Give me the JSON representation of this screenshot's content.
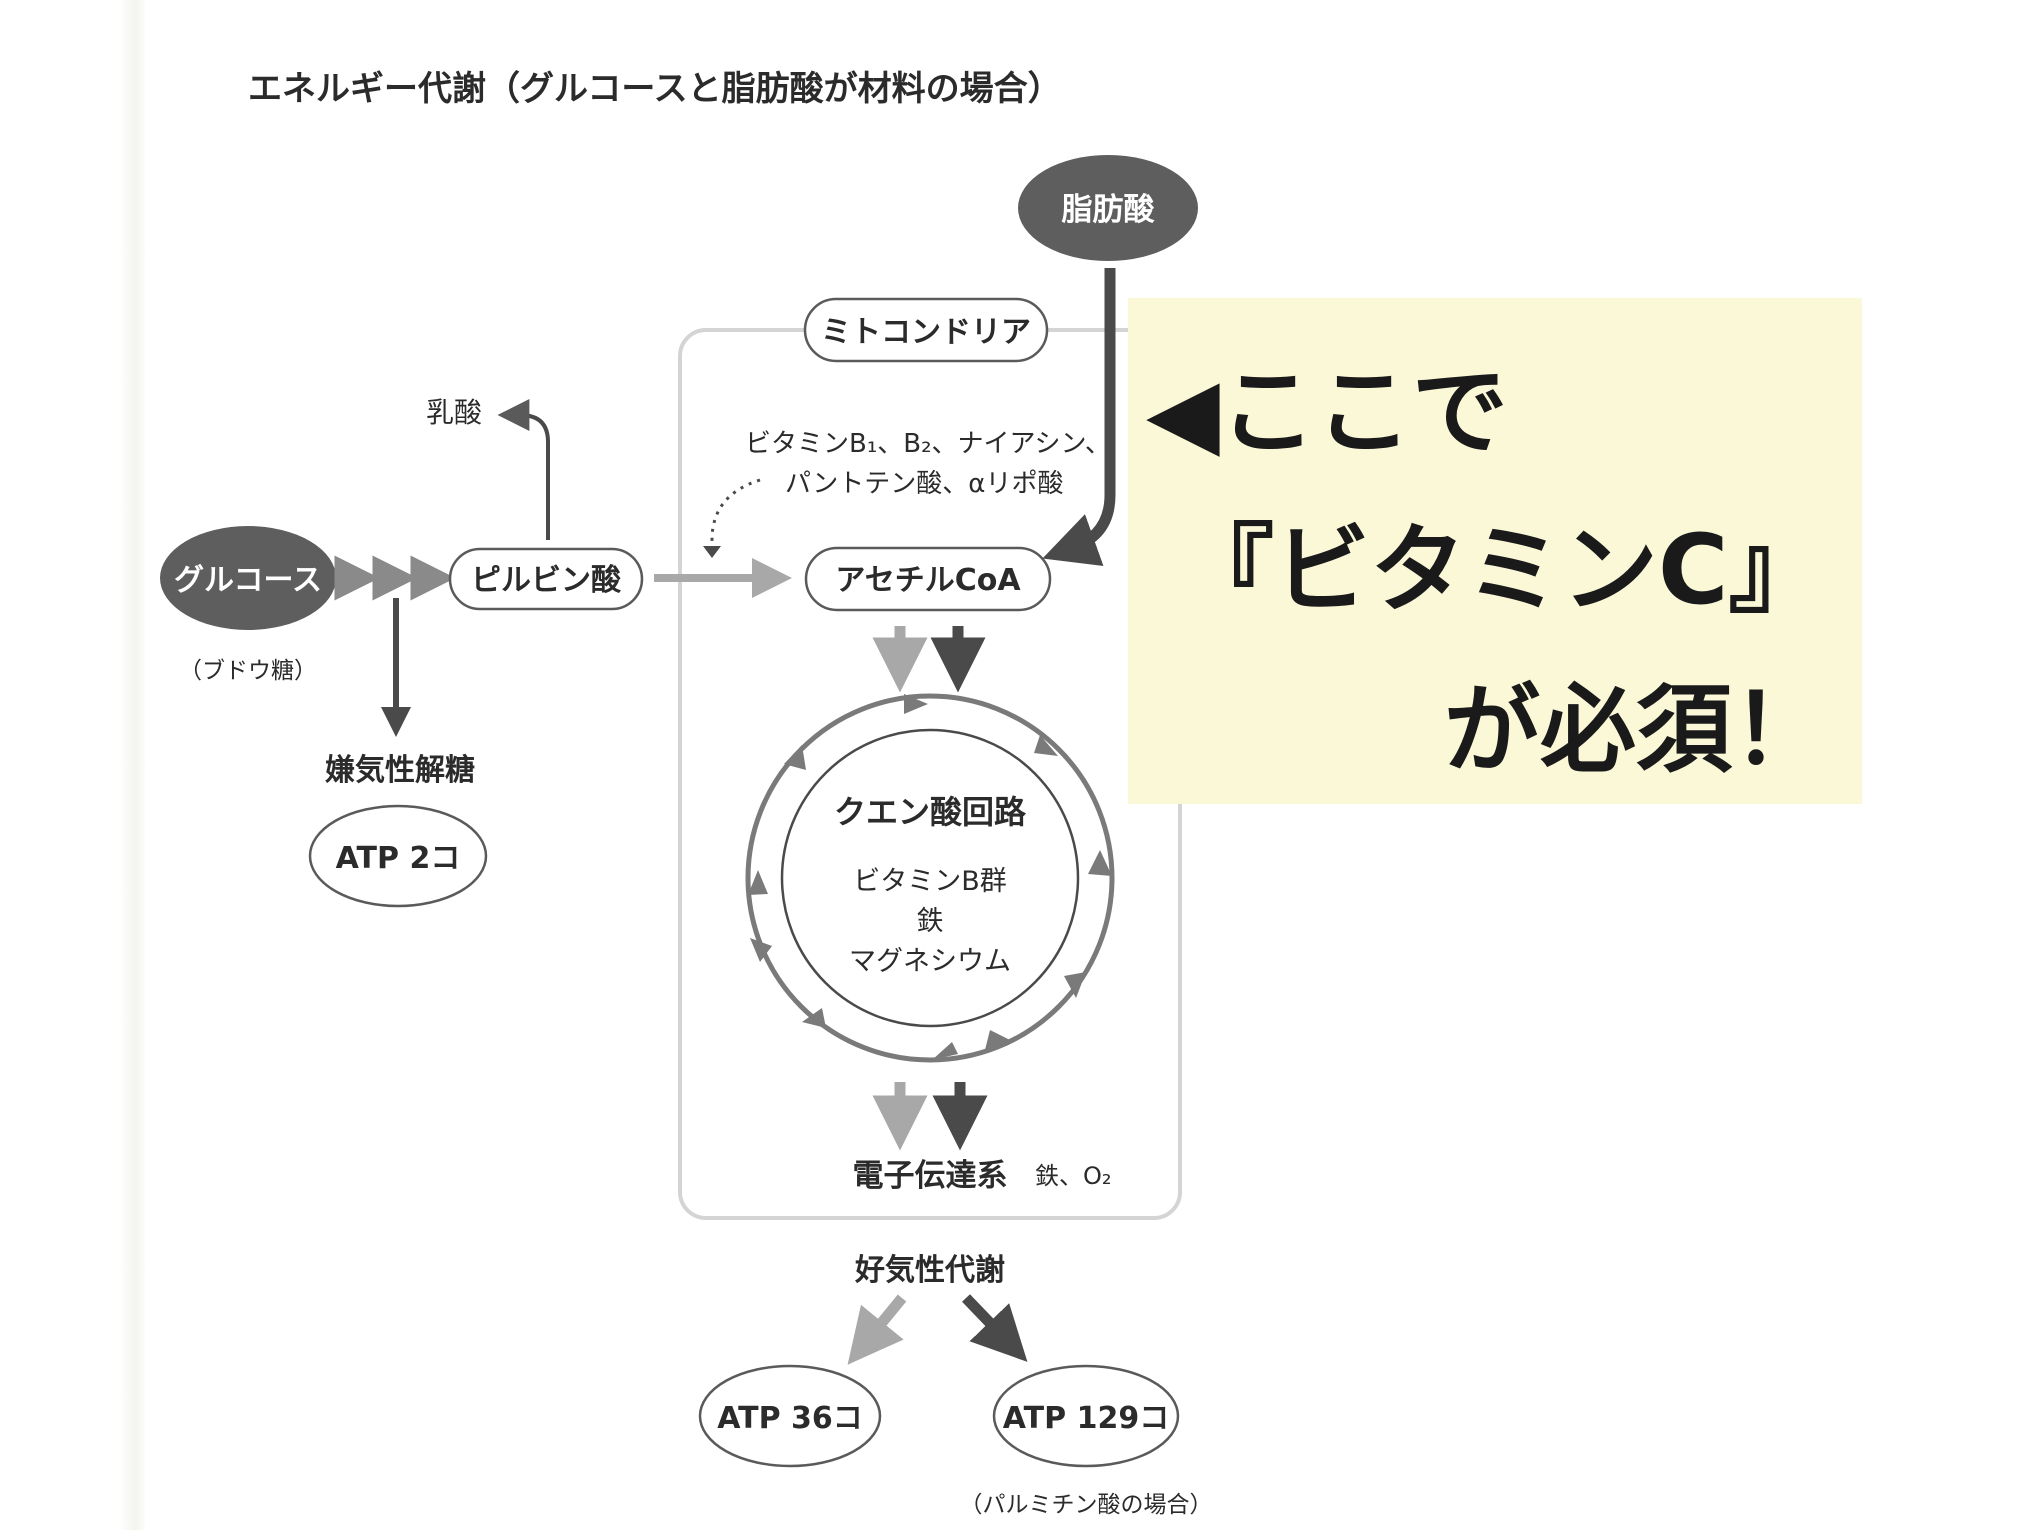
{
  "title": "エネルギー代謝（グルコースと脂肪酸が材料の場合）",
  "nodes": {
    "glucose": "グルコース",
    "glucose_note": "（ブドウ糖）",
    "pyruvate": "ピルビン酸",
    "lactate": "乳酸",
    "anaerobic": "嫌気性解糖",
    "atp_2": "ATP 2コ",
    "mitochondria": "ミトコンドリア",
    "fatty_acid": "脂肪酸",
    "vitamins_line1": "ビタミンB₁、B₂、ナイアシン、",
    "vitamins_line2": "パントテン酸、αリポ酸",
    "acetyl_coa": "アセチルCoA",
    "tca": "クエン酸回路",
    "tca_line1": "ビタミンB群",
    "tca_line2": "鉄",
    "tca_line3": "マグネシウム",
    "etc": "電子伝達系",
    "etc_note": "鉄、O₂",
    "aerobic": "好気性代謝",
    "atp_36": "ATP 36コ",
    "atp_129": "ATP 129コ",
    "atp_129_note": "（パルミチン酸の場合）"
  },
  "callout": {
    "line1": "◀ここで",
    "line2": "『ビタミンC』",
    "line3": "が必須！"
  },
  "colors": {
    "dark": "#4a4a4a",
    "mid": "#8a8a8a",
    "light": "#a8a8a8",
    "callout_bg": "#fbf8d8"
  }
}
